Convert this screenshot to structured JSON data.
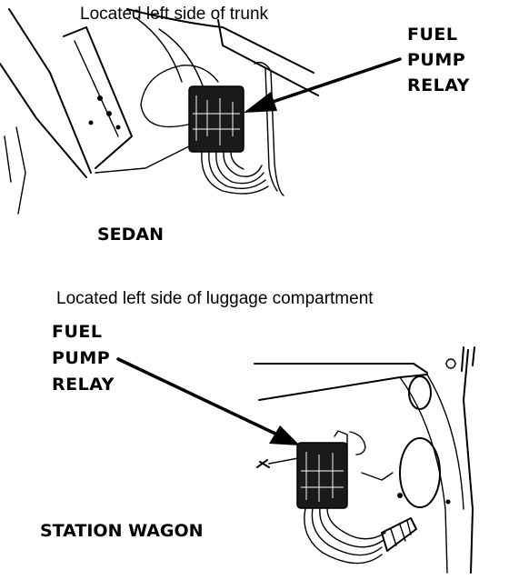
{
  "sedan": {
    "location_caption": "Located left side of trunk",
    "callout": [
      "FUEL",
      "PUMP",
      "RELAY"
    ],
    "label": "SEDAN"
  },
  "station_wagon": {
    "location_caption": "Located left side of luggage compartment",
    "callout": [
      "FUEL",
      "PUMP",
      "RELAY"
    ],
    "label": "STATION WAGON"
  }
}
